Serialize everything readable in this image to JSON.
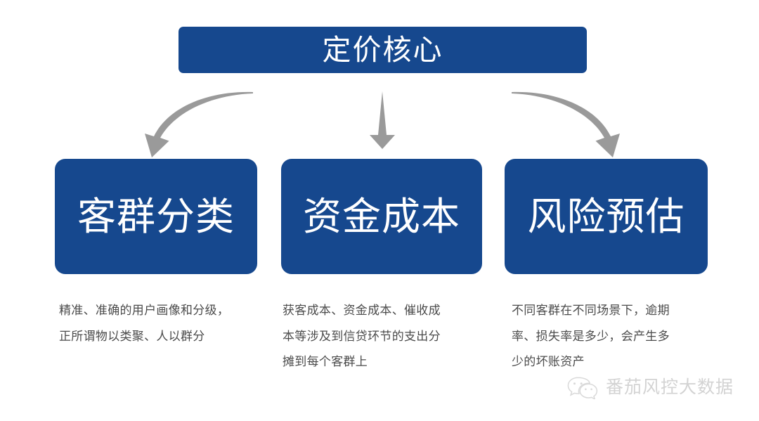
{
  "slide": {
    "title": "定价核心",
    "accent_color": "#16488E",
    "background_color": "#FFFFFF",
    "arrow_color": "#9A9A9A",
    "caption_color": "#4B4B4B"
  },
  "branches": [
    {
      "heading": "客群分类",
      "arrow": "curved-arrow-left",
      "caption_lines": [
        "精准、准确的用户画像和分级，",
        "正所谓物以类聚、人以群分"
      ]
    },
    {
      "heading": "资金成本",
      "arrow": "straight-arrow-down",
      "caption_lines": [
        "获客成本、资金成本、催收成",
        "本等涉及到信贷环节的支出分",
        "摊到每个客群上"
      ]
    },
    {
      "heading": "风险预估",
      "arrow": "curved-arrow-right",
      "caption_lines": [
        "不同客群在不同场景下，逾期",
        "率、损失率是多少，会产生多",
        "少的坏账资产"
      ]
    }
  ],
  "watermark": {
    "icon": "wechat-icon",
    "text": "番茄风控大数据",
    "color": "#B9B9B9"
  }
}
